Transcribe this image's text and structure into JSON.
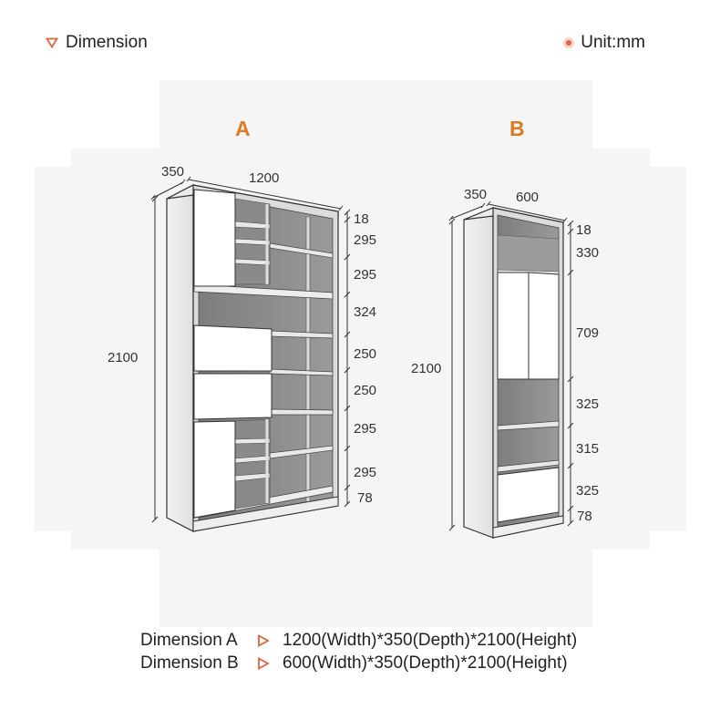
{
  "header": {
    "title": "Dimension",
    "unit": "Unit:mm",
    "accent_color": "#e0643c",
    "title_icon": "triangle-down-outline-icon",
    "unit_icon": "dot-icon"
  },
  "cabinet_a": {
    "label": "A",
    "depth": "350",
    "width": "1200",
    "height": "2100",
    "sections": [
      "18",
      "295",
      "295",
      "324",
      "250",
      "250",
      "295",
      "295",
      "78"
    ]
  },
  "cabinet_b": {
    "label": "B",
    "depth": "350",
    "width": "600",
    "height": "2100",
    "sections": [
      "18",
      "330",
      "709",
      "325",
      "315",
      "325",
      "78"
    ]
  },
  "footer": {
    "rows": [
      {
        "name": "Dimension A",
        "value": "1200(Width)*350(Depth)*2100(Height)"
      },
      {
        "name": "Dimension B",
        "value": "600(Width)*350(Depth)*2100(Height)"
      }
    ],
    "arrow_icon": "triangle-right-outline-icon"
  }
}
